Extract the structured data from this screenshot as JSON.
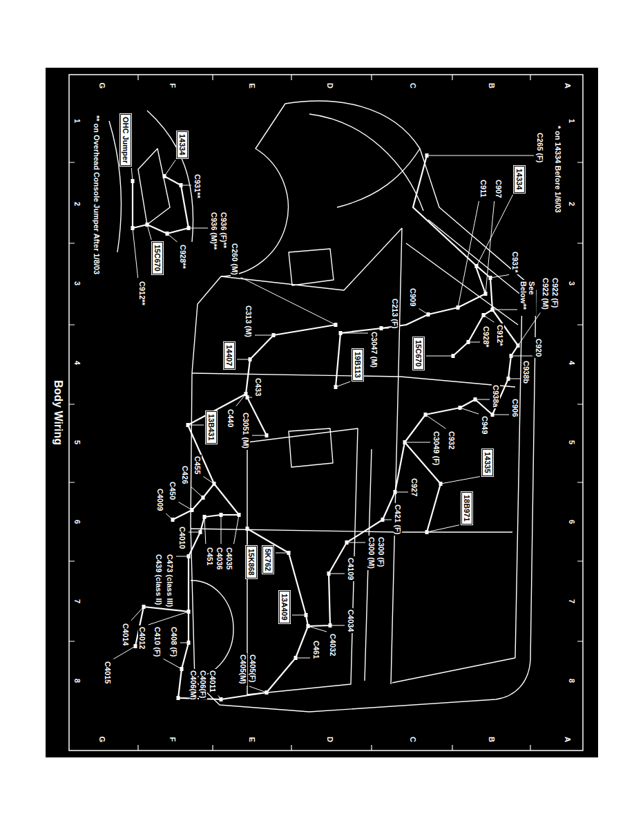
{
  "diagram": {
    "title": "Body Wiring",
    "nodes": [
      {
        "text": [
          "14334"
        ]
      },
      {
        "text": [
          "15C670"
        ]
      },
      {
        "text": [
          "14335"
        ]
      },
      {
        "text": [
          "18B971"
        ]
      },
      {
        "text": [
          "19B113"
        ]
      },
      {
        "text": [
          "14407"
        ]
      },
      {
        "text": [
          "13B431"
        ]
      },
      {
        "text": [
          "15K868"
        ]
      },
      {
        "text": [
          "5K762"
        ]
      },
      {
        "text": [
          "13A409"
        ]
      },
      {
        "text": [
          "14334"
        ]
      },
      {
        "text": [
          "OHC Jumper"
        ]
      },
      {
        "text": [
          "15C670"
        ]
      }
    ],
    "labels": [
      "* on 14334 Before 1/6/03",
      "C265 (F)",
      "C907",
      "C911",
      "C931*",
      "C922 (F)",
      "C922 (M)",
      "See Below**",
      "C912*",
      "C928*",
      "C920",
      "C938b",
      "C906",
      "C938a",
      "C949",
      "C932",
      "C3049 (F)",
      "C927",
      "C421 (F)",
      "C300 (F)",
      "C300 (M)",
      "C4109",
      "C4034",
      "C4032",
      "C461",
      "C405(F)",
      "C405(M)",
      "C4011",
      "C406(F)",
      "C406(M)",
      "C408 (F)",
      "C410 (F)",
      "C4012",
      "C4014",
      "C4015",
      "C473 (class III)",
      "C439 (class II)",
      "C4010",
      "C4035",
      "C4036",
      "C451",
      "C909",
      "C213 (F)",
      "C3047 (M)",
      "C260 (M)",
      "C313 (M)",
      "C433",
      "C3051 (M)",
      "C440",
      "C455",
      "C426",
      "C450",
      "C4009",
      "C936 (F)**",
      "C936 (M)**",
      "C931**",
      "C928**",
      "C912**",
      "** on Overhead Console Jumper After 1/8/03",
      "A",
      "B",
      "C",
      "D",
      "E",
      "F",
      "G",
      "A",
      "B",
      "C",
      "D",
      "E",
      "F",
      "G",
      "1",
      "2",
      "3",
      "4",
      "5",
      "6",
      "7",
      "8",
      "1",
      "2",
      "3",
      "4",
      "5",
      "6",
      "7",
      "8"
    ]
  }
}
